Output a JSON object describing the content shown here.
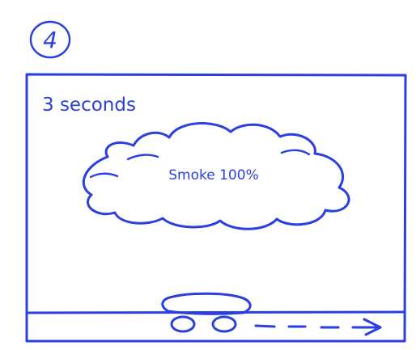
{
  "panel": {
    "number": "4",
    "duration": "3 seconds",
    "cloud_label": "Smoke 100%"
  },
  "colors": {
    "ink": "#2a3fe0",
    "paper": "#ffffff"
  },
  "icons": {
    "cloud": "smoke-cloud-icon",
    "vehicle": "car-icon",
    "motion": "dashed-arrow-icon"
  }
}
